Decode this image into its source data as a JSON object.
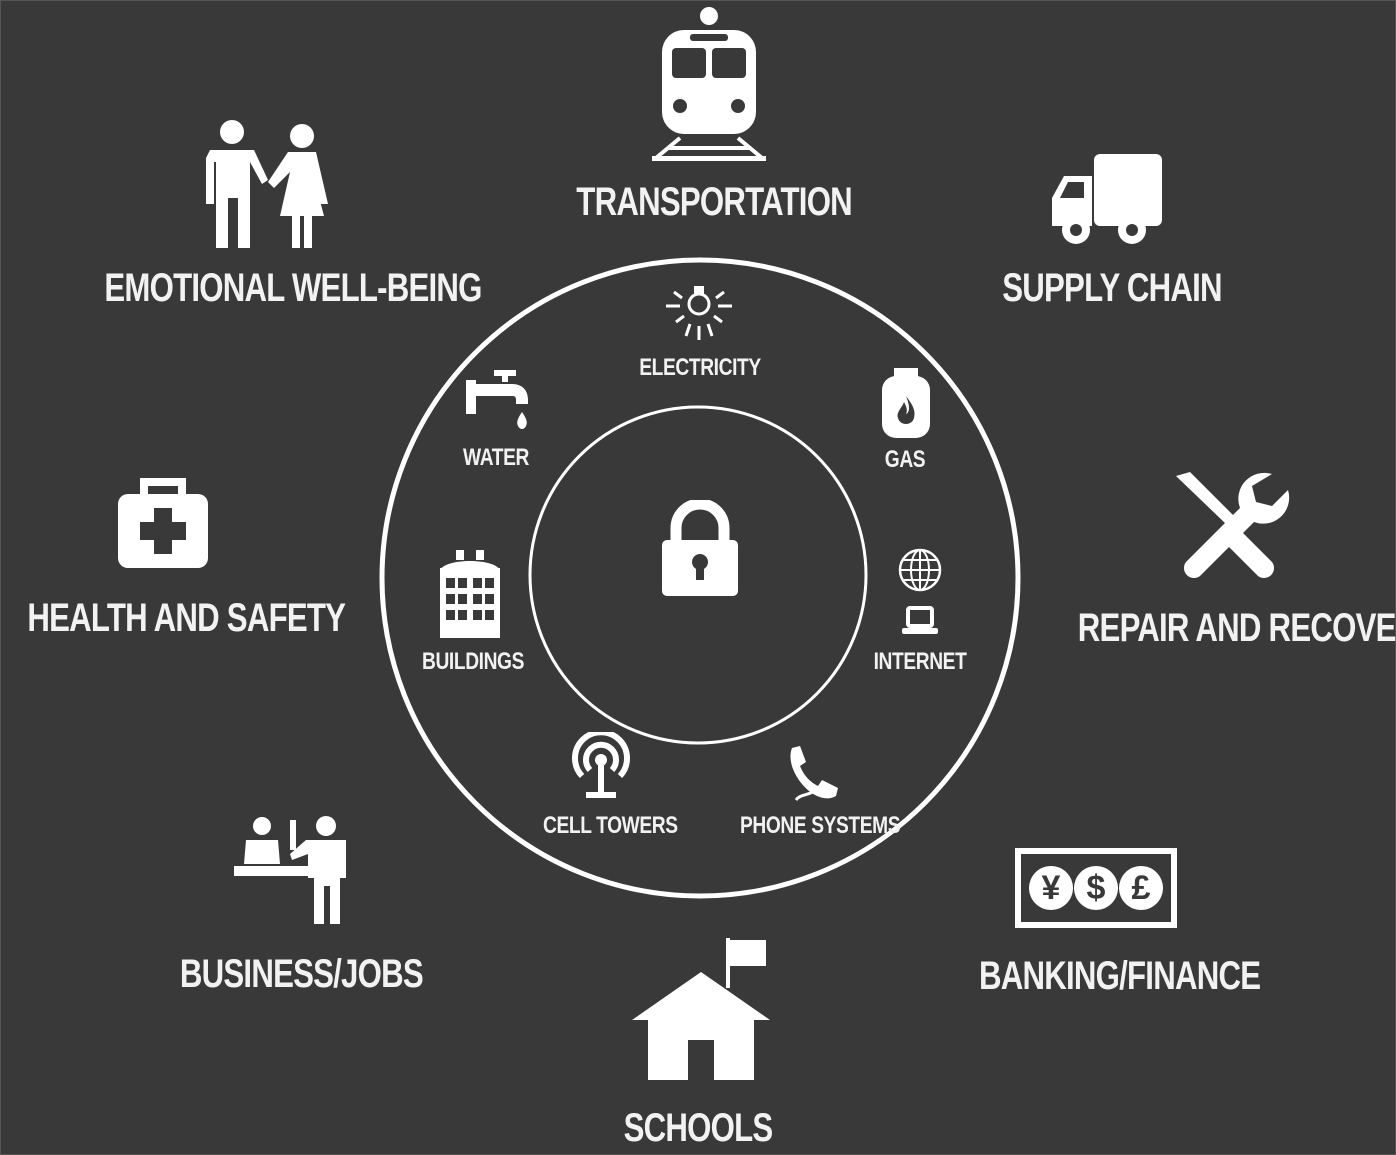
{
  "colors": {
    "background": "#393939",
    "foreground": "#ffffff"
  },
  "outer": {
    "transportation": {
      "label": "TRANSPORTATION",
      "icon": "train-icon"
    },
    "supply_chain": {
      "label": "SUPPLY CHAIN",
      "icon": "truck-icon"
    },
    "repair_recovery": {
      "label": "REPAIR AND RECOVERY",
      "icon": "tools-icon"
    },
    "banking_finance": {
      "label": "BANKING/FINANCE",
      "icon": "money-icon"
    },
    "schools": {
      "label": "SCHOOLS",
      "icon": "school-icon"
    },
    "business_jobs": {
      "label": "BUSINESS/JOBS",
      "icon": "business-icon"
    },
    "health_safety": {
      "label": "HEALTH AND SAFETY",
      "icon": "first-aid-icon"
    },
    "emotional_wellbeing": {
      "label": "EMOTIONAL WELL-BEING",
      "icon": "couple-icon"
    }
  },
  "inner": {
    "electricity": {
      "label": "ELECTRICITY",
      "icon": "lightbulb-icon"
    },
    "gas": {
      "label": "GAS",
      "icon": "gas-tank-icon"
    },
    "internet": {
      "label": "INTERNET",
      "icon": "globe-laptop-icon"
    },
    "phone_systems": {
      "label": "PHONE SYSTEMS",
      "icon": "phone-icon"
    },
    "cell_towers": {
      "label": "CELL TOWERS",
      "icon": "antenna-icon"
    },
    "buildings": {
      "label": "BUILDINGS",
      "icon": "building-icon"
    },
    "water": {
      "label": "WATER",
      "icon": "faucet-icon"
    }
  },
  "center": {
    "icon": "lock-icon"
  },
  "money_symbols": [
    "¥",
    "$",
    "£"
  ]
}
